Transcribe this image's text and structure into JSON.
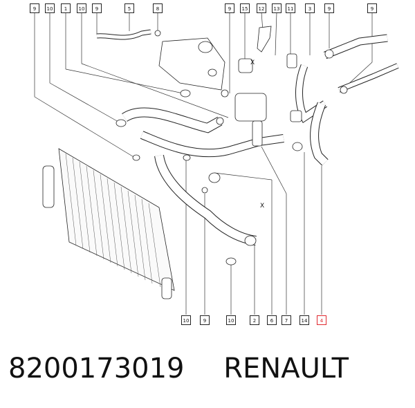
{
  "diagram": {
    "top_callouts": [
      "9",
      "10",
      "1",
      "10",
      "9",
      "5",
      "8",
      "9",
      "15",
      "12",
      "13",
      "11",
      "3",
      "9",
      "9"
    ],
    "bottom_callouts": [
      "10",
      "9",
      "10",
      "2",
      "6",
      "7",
      "14",
      "4"
    ],
    "highlighted_callout": "4",
    "marker_x": "X",
    "highlight_color": "#e0282e"
  },
  "caption": {
    "part_number": "8200173019",
    "brand": "RENAULT"
  }
}
